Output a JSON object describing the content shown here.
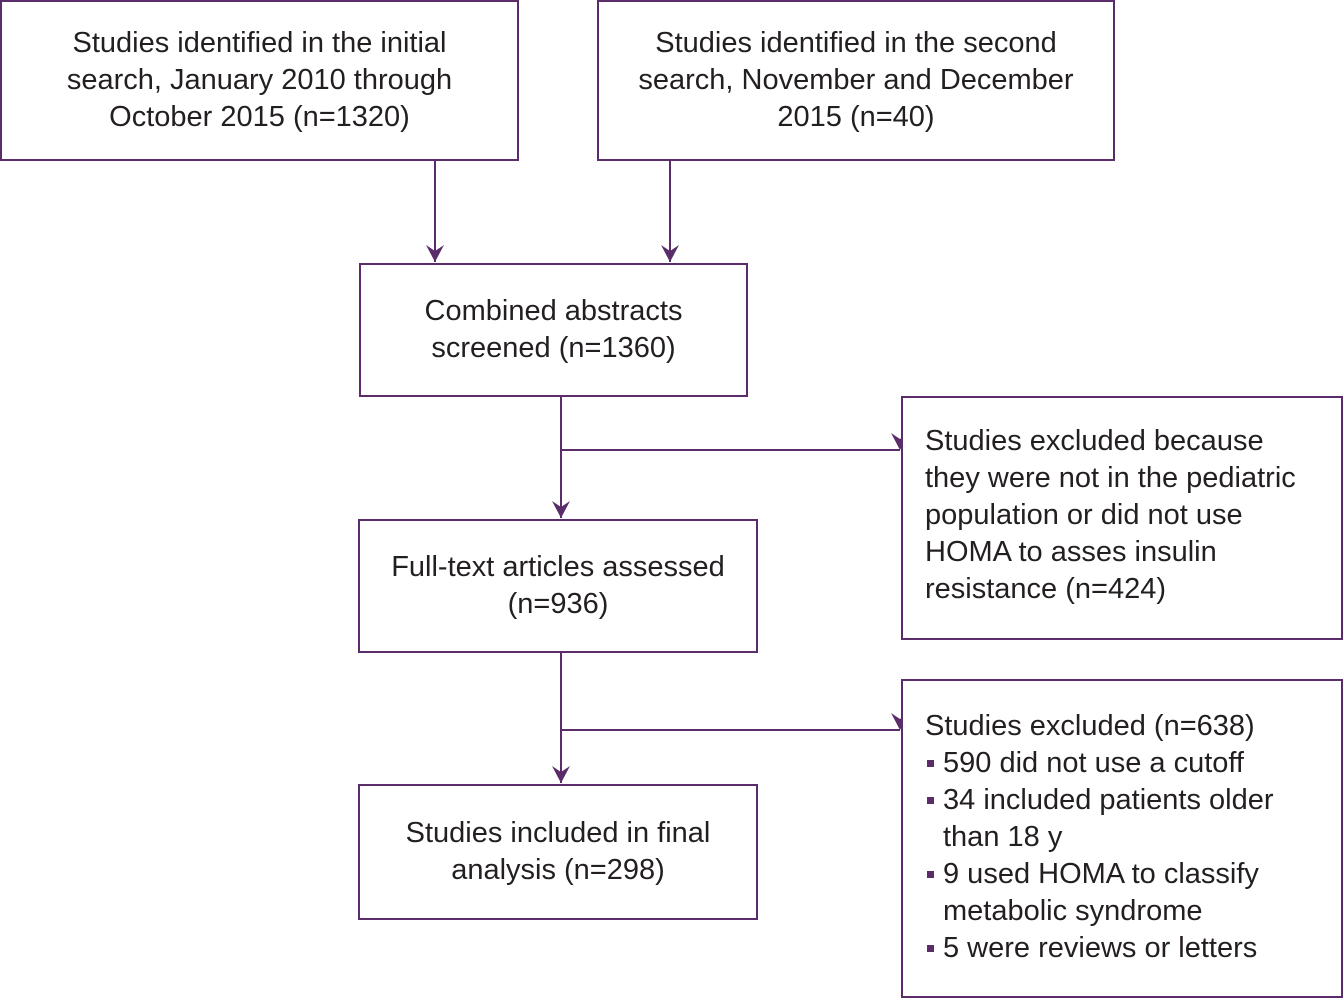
{
  "boxes": {
    "initial_search": "Studies identified in the initial\nsearch, January 2010 through\nOctober 2015 (n=1320)",
    "second_search": "Studies identified in the second\nsearch, November and December\n2015 (n=40)",
    "combined": "Combined abstracts\nscreened (n=1360)",
    "full_text": "Full-text articles assessed\n(n=936)",
    "final": "Studies included in final\nanalysis (n=298)",
    "excluded_1": "Studies excluded because\nthey were not in the pediatric\npopulation or did not use\nHOMA to asses insulin\nresistance (n=424)",
    "excluded_2_heading": "Studies excluded (n=638)",
    "excluded_2_reasons": [
      "590 did not use a cutoff",
      "34 included patients older\nthan 18 y",
      "9 used HOMA to classify\nmetabolic syndrome",
      "5 were reviews or letters"
    ]
  },
  "colors": {
    "border": "#5a2d6a",
    "arrow": "#5a2d6a",
    "text": "#231f20"
  }
}
